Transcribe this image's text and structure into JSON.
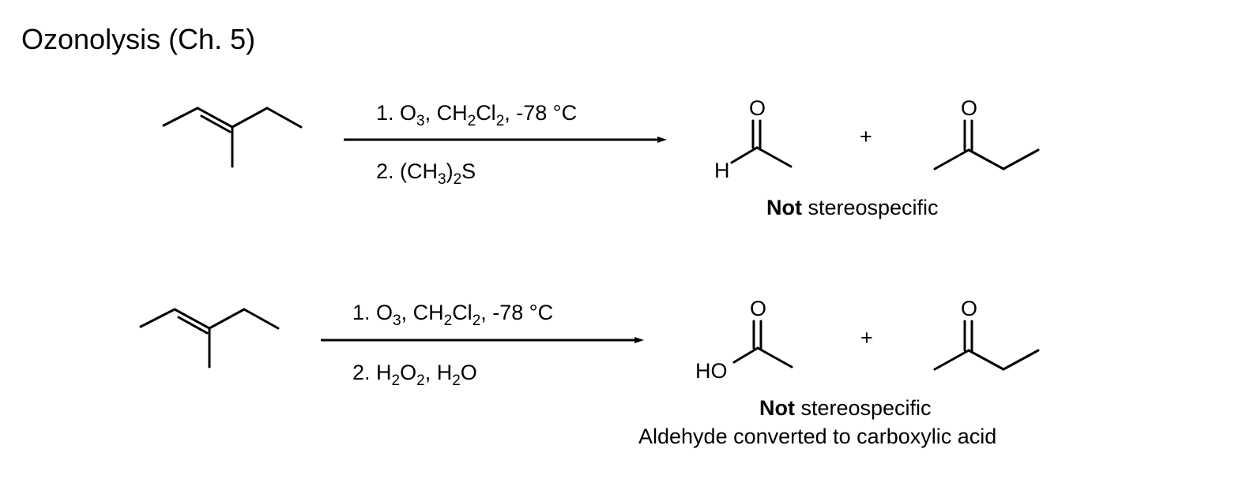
{
  "title": "Ozonolysis (Ch. 5)",
  "reactions": [
    {
      "step1": {
        "prefix": "1. O",
        "o_sub": "3",
        "mid": ", CH",
        "h_sub": "2",
        "cl": "Cl",
        "cl_sub": "2",
        "tail": ", -78 °C"
      },
      "step2": {
        "prefix": "2. (CH",
        "sub1": "3",
        "mid": ")",
        "sub2": "2",
        "tail": "S"
      },
      "product1": {
        "carbonyl_o": "O",
        "label": "H"
      },
      "plus": "+",
      "product2": {
        "carbonyl_o": "O"
      },
      "note_bold": "Not",
      "note_rest": " stereospecific"
    },
    {
      "step1": {
        "prefix": "1. O",
        "o_sub": "3",
        "mid": ", CH",
        "h_sub": "2",
        "cl": "Cl",
        "cl_sub": "2",
        "tail": ", -78 °C"
      },
      "step2": {
        "prefix": "2. H",
        "sub1": "2",
        "mid": "O",
        "sub2": "2",
        "tail": ", H",
        "sub3": "2",
        "tail2": "O"
      },
      "product1": {
        "carbonyl_o": "O",
        "label": "HO"
      },
      "plus": "+",
      "product2": {
        "carbonyl_o": "O"
      },
      "note_bold": "Not",
      "note_rest": " stereospecific",
      "note_line2": "Aldehyde converted to carboxylic acid"
    }
  ],
  "colors": {
    "ink": "#000000",
    "background": "#ffffff"
  }
}
